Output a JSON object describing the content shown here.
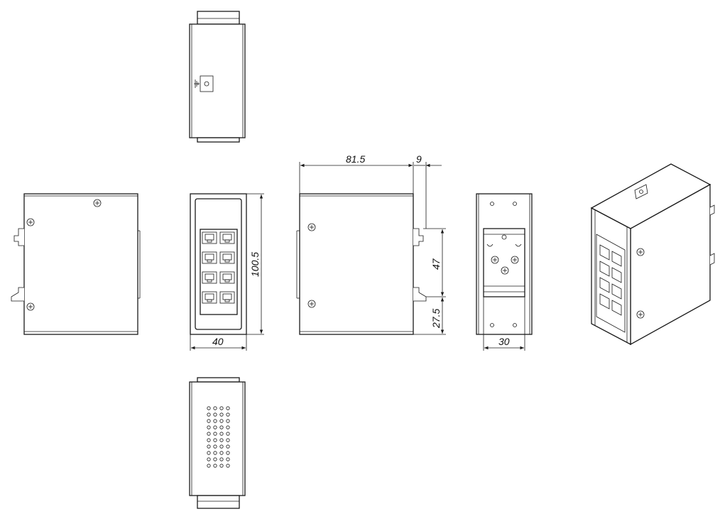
{
  "dimensions": {
    "front_width": "40",
    "front_height": "100.5",
    "side_depth": "81.5",
    "rail_offset": "9",
    "rail_upper": "47",
    "rail_lower": "27.5",
    "rail_width": "30"
  }
}
